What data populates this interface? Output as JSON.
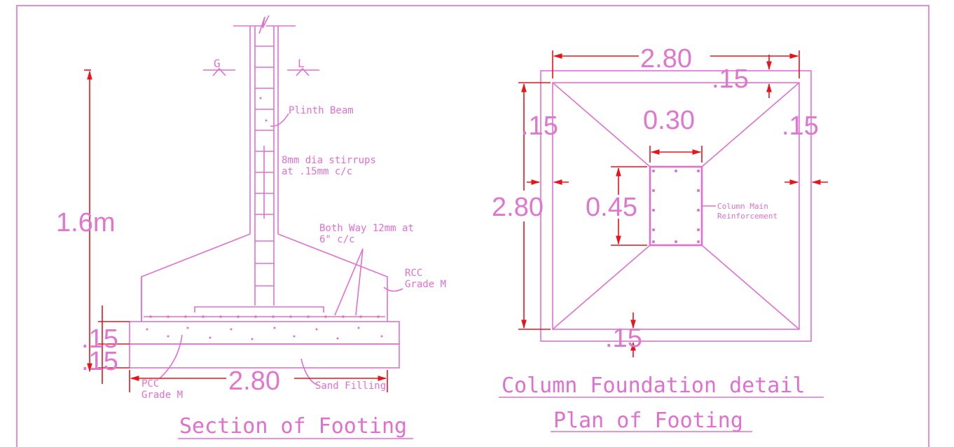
{
  "section": {
    "title": "Section of Footing",
    "ground_left": "G",
    "ground_right": "L",
    "plinth_beam": "Plinth Beam",
    "stirrups_line1": "8mm dia stirrups",
    "stirrups_line2": "at .15mm c/c",
    "bothway_line1": "Both Way 12mm at",
    "bothway_line2": "6\" c/c",
    "rcc_line1": "RCC",
    "rcc_line2": "Grade M",
    "pcc_line1": "PCC",
    "pcc_line2": "Grade M",
    "sand_filling": "Sand Filling",
    "dim_height": "1.6m",
    "dim_pcc": ".15",
    "dim_sand": ".15",
    "dim_width": "2.80"
  },
  "plan": {
    "title": "Plan of Footing",
    "heading": "Column Foundation detail",
    "dim_top_width": "2.80",
    "dim_top_offset": ".15",
    "dim_left_offset": ".15",
    "dim_right_offset": ".15",
    "dim_col_width": "0.30",
    "dim_height": "2.80",
    "dim_col_depth": "0.45",
    "dim_bottom_offset": ".15",
    "col_main_line1": "Column Main",
    "col_main_line2": "Reinforcement"
  },
  "colors": {
    "linework": "#e070d0",
    "dimension": "#e8141c",
    "text": "#df77cf"
  }
}
